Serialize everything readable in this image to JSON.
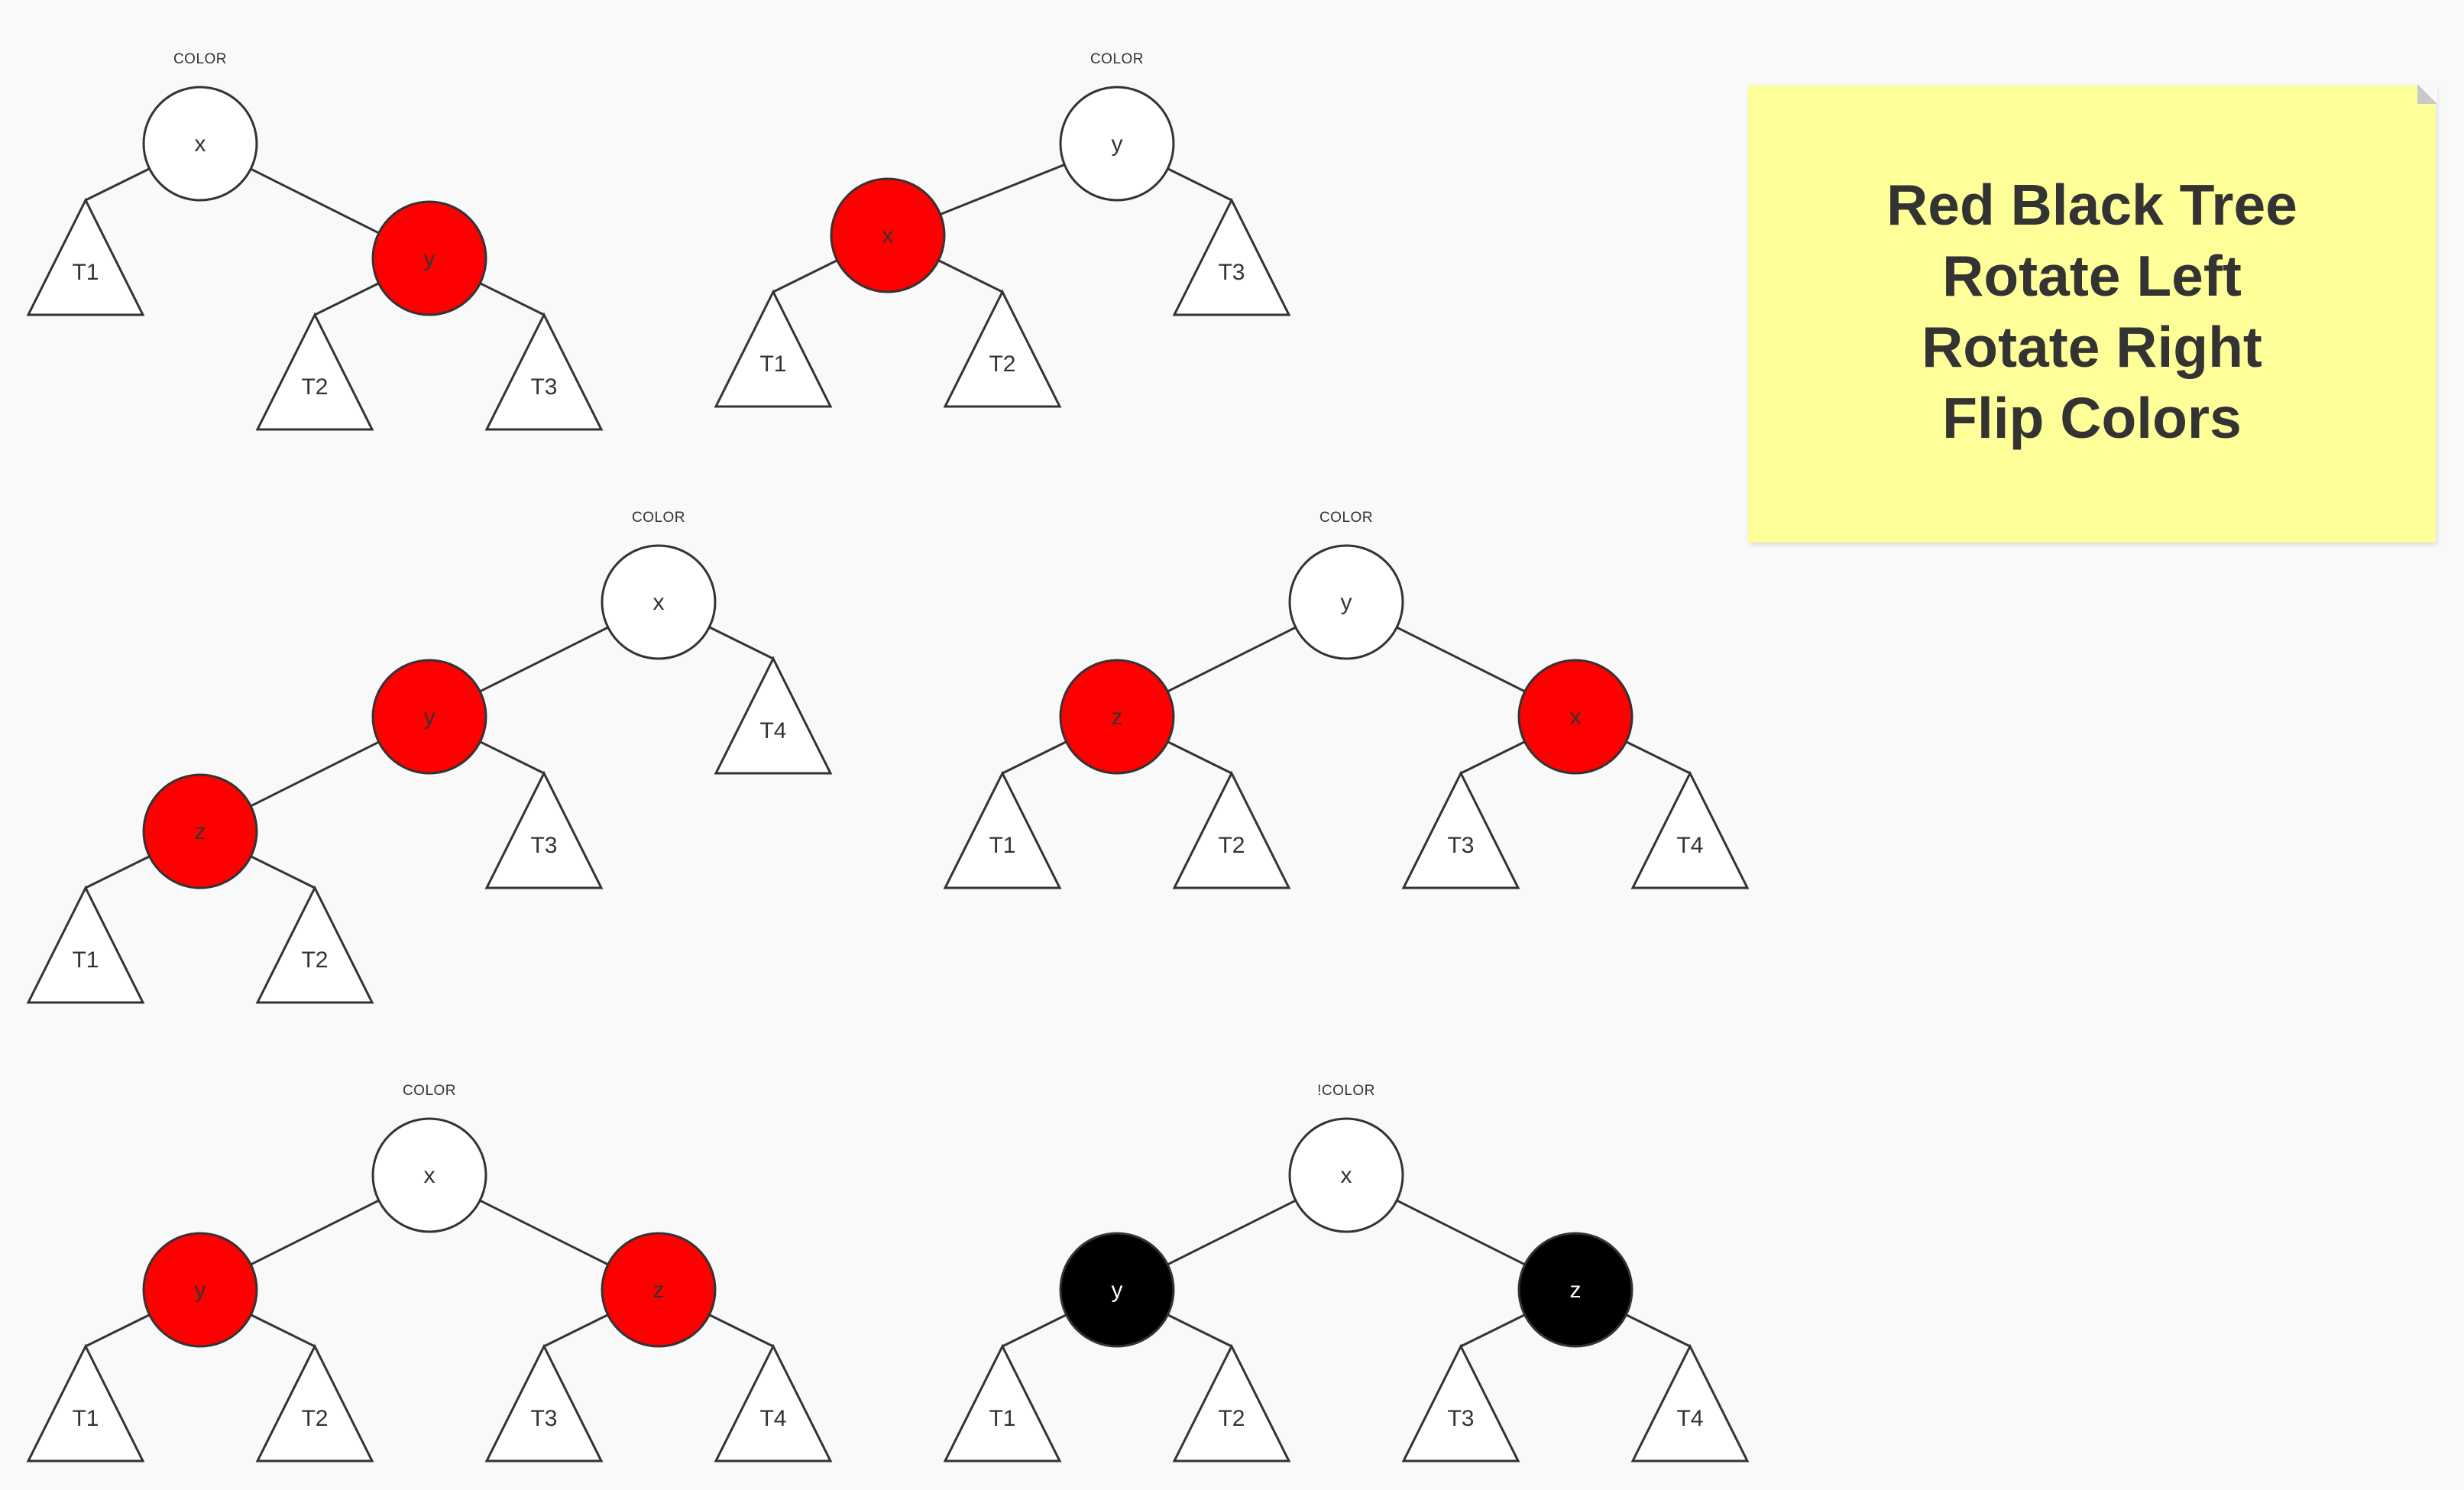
{
  "note": {
    "lines": [
      "Red Black Tree",
      "Rotate Left",
      "Rotate Right",
      "Flip Colors"
    ],
    "background": "#ffff99"
  },
  "colors": {
    "red": "#ff0000",
    "black": "#000000",
    "white": "#ffffff",
    "stroke": "#333333"
  },
  "trees": [
    {
      "color_label": "COLOR",
      "nodes": [
        {
          "label": "x",
          "color": "white"
        },
        {
          "label": "y",
          "color": "red"
        }
      ],
      "subtrees": [
        "T1",
        "T2",
        "T3"
      ]
    },
    {
      "color_label": "COLOR",
      "nodes": [
        {
          "label": "y",
          "color": "white"
        },
        {
          "label": "x",
          "color": "red"
        }
      ],
      "subtrees": [
        "T3",
        "T1",
        "T2"
      ]
    },
    {
      "color_label": "COLOR",
      "nodes": [
        {
          "label": "x",
          "color": "white"
        },
        {
          "label": "y",
          "color": "red"
        },
        {
          "label": "z",
          "color": "red"
        }
      ],
      "subtrees": [
        "T4",
        "T3",
        "T1",
        "T2"
      ]
    },
    {
      "color_label": "COLOR",
      "nodes": [
        {
          "label": "y",
          "color": "white"
        },
        {
          "label": "z",
          "color": "red"
        },
        {
          "label": "x",
          "color": "red"
        }
      ],
      "subtrees": [
        "T1",
        "T2",
        "T3",
        "T4"
      ]
    },
    {
      "color_label": "COLOR",
      "nodes": [
        {
          "label": "x",
          "color": "white"
        },
        {
          "label": "y",
          "color": "red"
        },
        {
          "label": "z",
          "color": "red"
        }
      ],
      "subtrees": [
        "T1",
        "T2",
        "T3",
        "T4"
      ]
    },
    {
      "color_label": "!COLOR",
      "nodes": [
        {
          "label": "x",
          "color": "white"
        },
        {
          "label": "y",
          "color": "black"
        },
        {
          "label": "z",
          "color": "black"
        }
      ],
      "subtrees": [
        "T1",
        "T2",
        "T3",
        "T4"
      ]
    }
  ]
}
